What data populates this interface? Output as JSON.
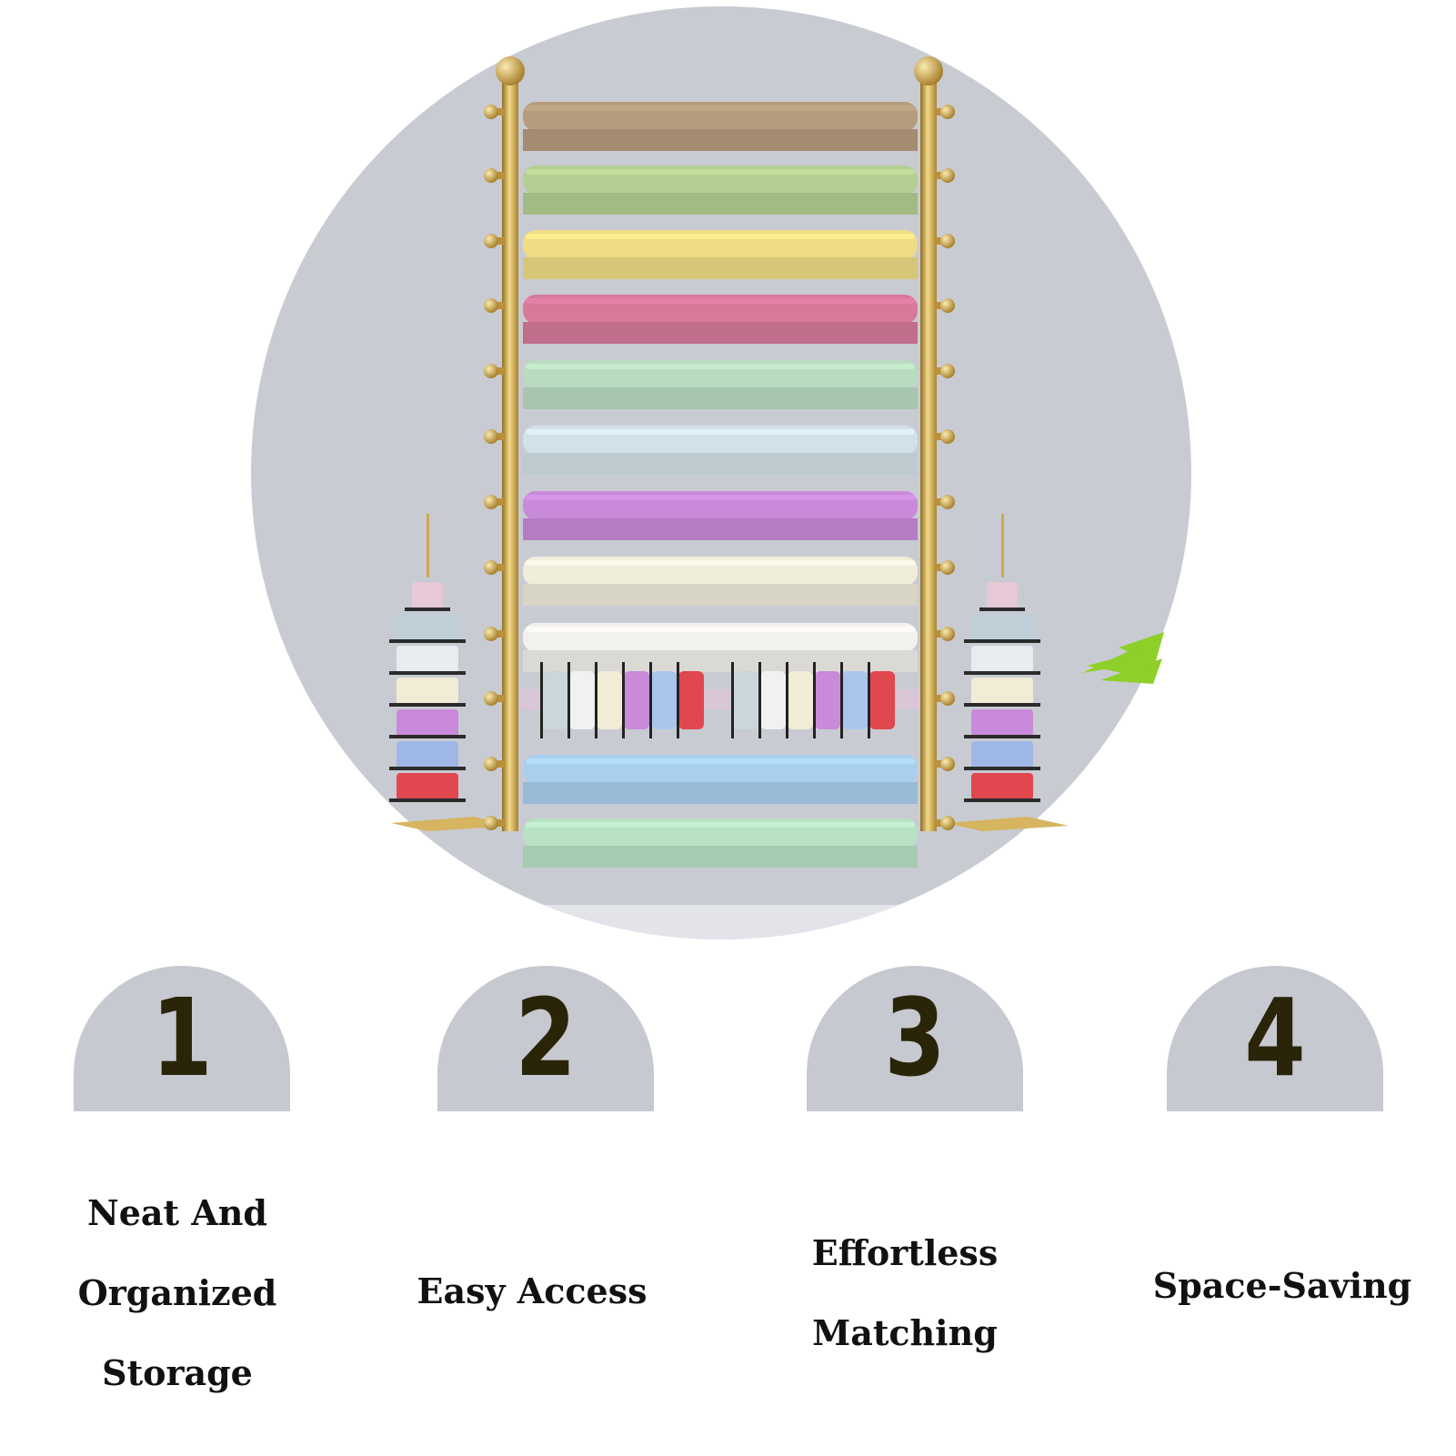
{
  "features": [
    {
      "number": "1",
      "label": "Neat And\nOrganized\n Storage"
    },
    {
      "number": "2",
      "label": "Easy Access"
    },
    {
      "number": "3",
      "label": "Effortless\n Matching"
    },
    {
      "number": "4",
      "label": "Space-Saving"
    }
  ],
  "colors": {
    "circle_background": "#c9cbd3",
    "badge_background": "#c7c9d1",
    "number_color": "#2a2508",
    "rack_gold": "#c9a449",
    "rolls": [
      "#b59c7d",
      "#b4cf92",
      "#f0dc85",
      "#d6799b",
      "#b9dcc0",
      "#d2e1e7",
      "#c98ad9",
      "#f1eddb",
      "#f3f1ee",
      "#a9cfee",
      "#b9e1c4"
    ]
  }
}
